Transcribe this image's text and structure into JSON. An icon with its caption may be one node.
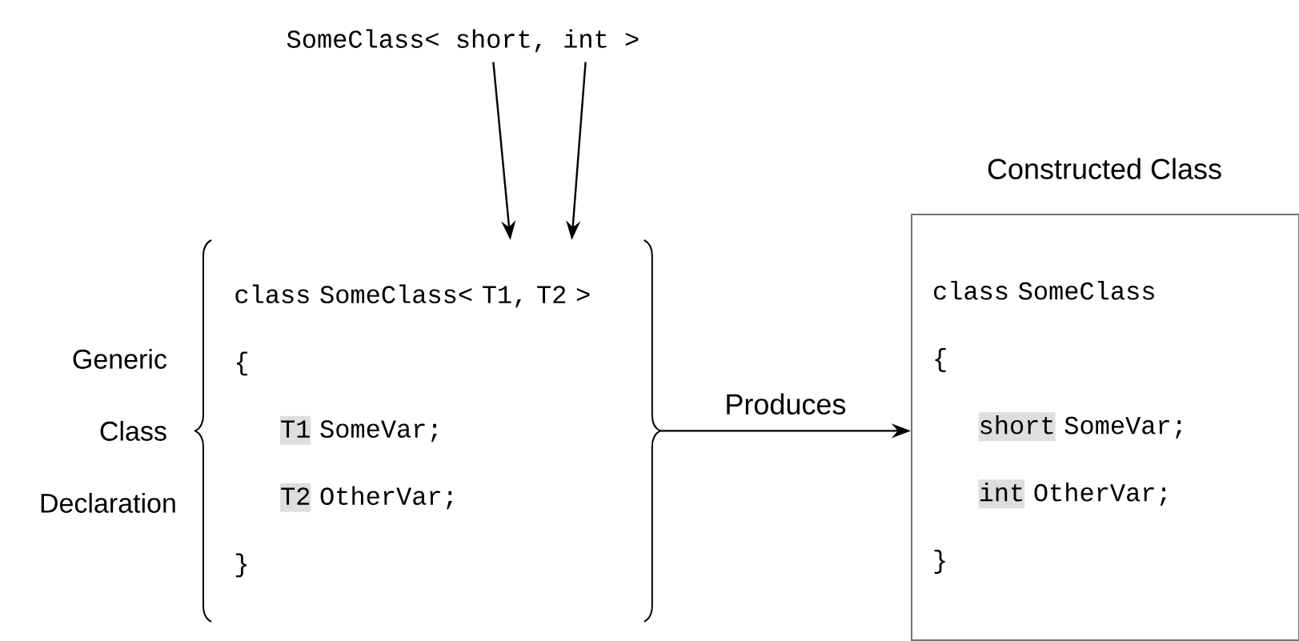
{
  "diagram": {
    "nodes": [
      {
        "text": [
          "SomeClass< short, int >"
        ]
      },
      {
        "text": [
          "class SomeClass< T1, T2 >",
          "{",
          "T1 SomeVar;",
          "T2 OtherVar;",
          "}"
        ],
        "beside": [
          "Generic Class Declaration"
        ]
      },
      {
        "text": [
          "Constructed Class",
          "class SomeClass",
          "{",
          "short SomeVar;",
          "int OtherVar;",
          "}"
        ]
      }
    ],
    "edges": [
      {
        "from": 0,
        "to": 1,
        "arrow": "to"
      },
      {
        "from": 0,
        "to": 1,
        "arrow": "to"
      },
      {
        "from": 1,
        "to": 2,
        "arrow": "to",
        "label": "Produces"
      }
    ]
  }
}
